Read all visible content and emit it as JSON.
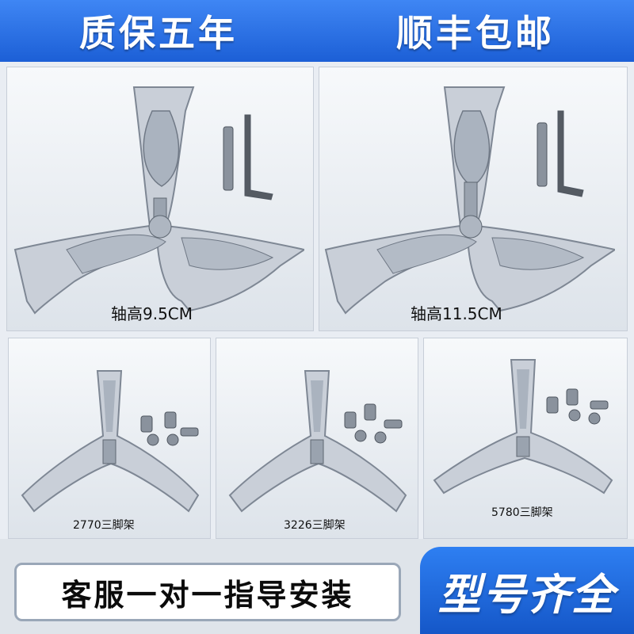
{
  "banner": {
    "left_text": "质保五年",
    "right_text": "顺丰包邮"
  },
  "products_top": [
    {
      "caption": "轴高9.5CM"
    },
    {
      "caption": "轴高11.5CM"
    }
  ],
  "products_bottom": [
    {
      "caption": "2770三脚架"
    },
    {
      "caption": "3226三脚架"
    },
    {
      "caption": "5780三脚架"
    }
  ],
  "footer": {
    "service_text": "客服一对一指导安装",
    "badge_text": "型号齐全"
  },
  "colors": {
    "brand_blue": "#1c5fd6",
    "metal": "#c9cfd8",
    "metal_dark": "#7e8794"
  }
}
